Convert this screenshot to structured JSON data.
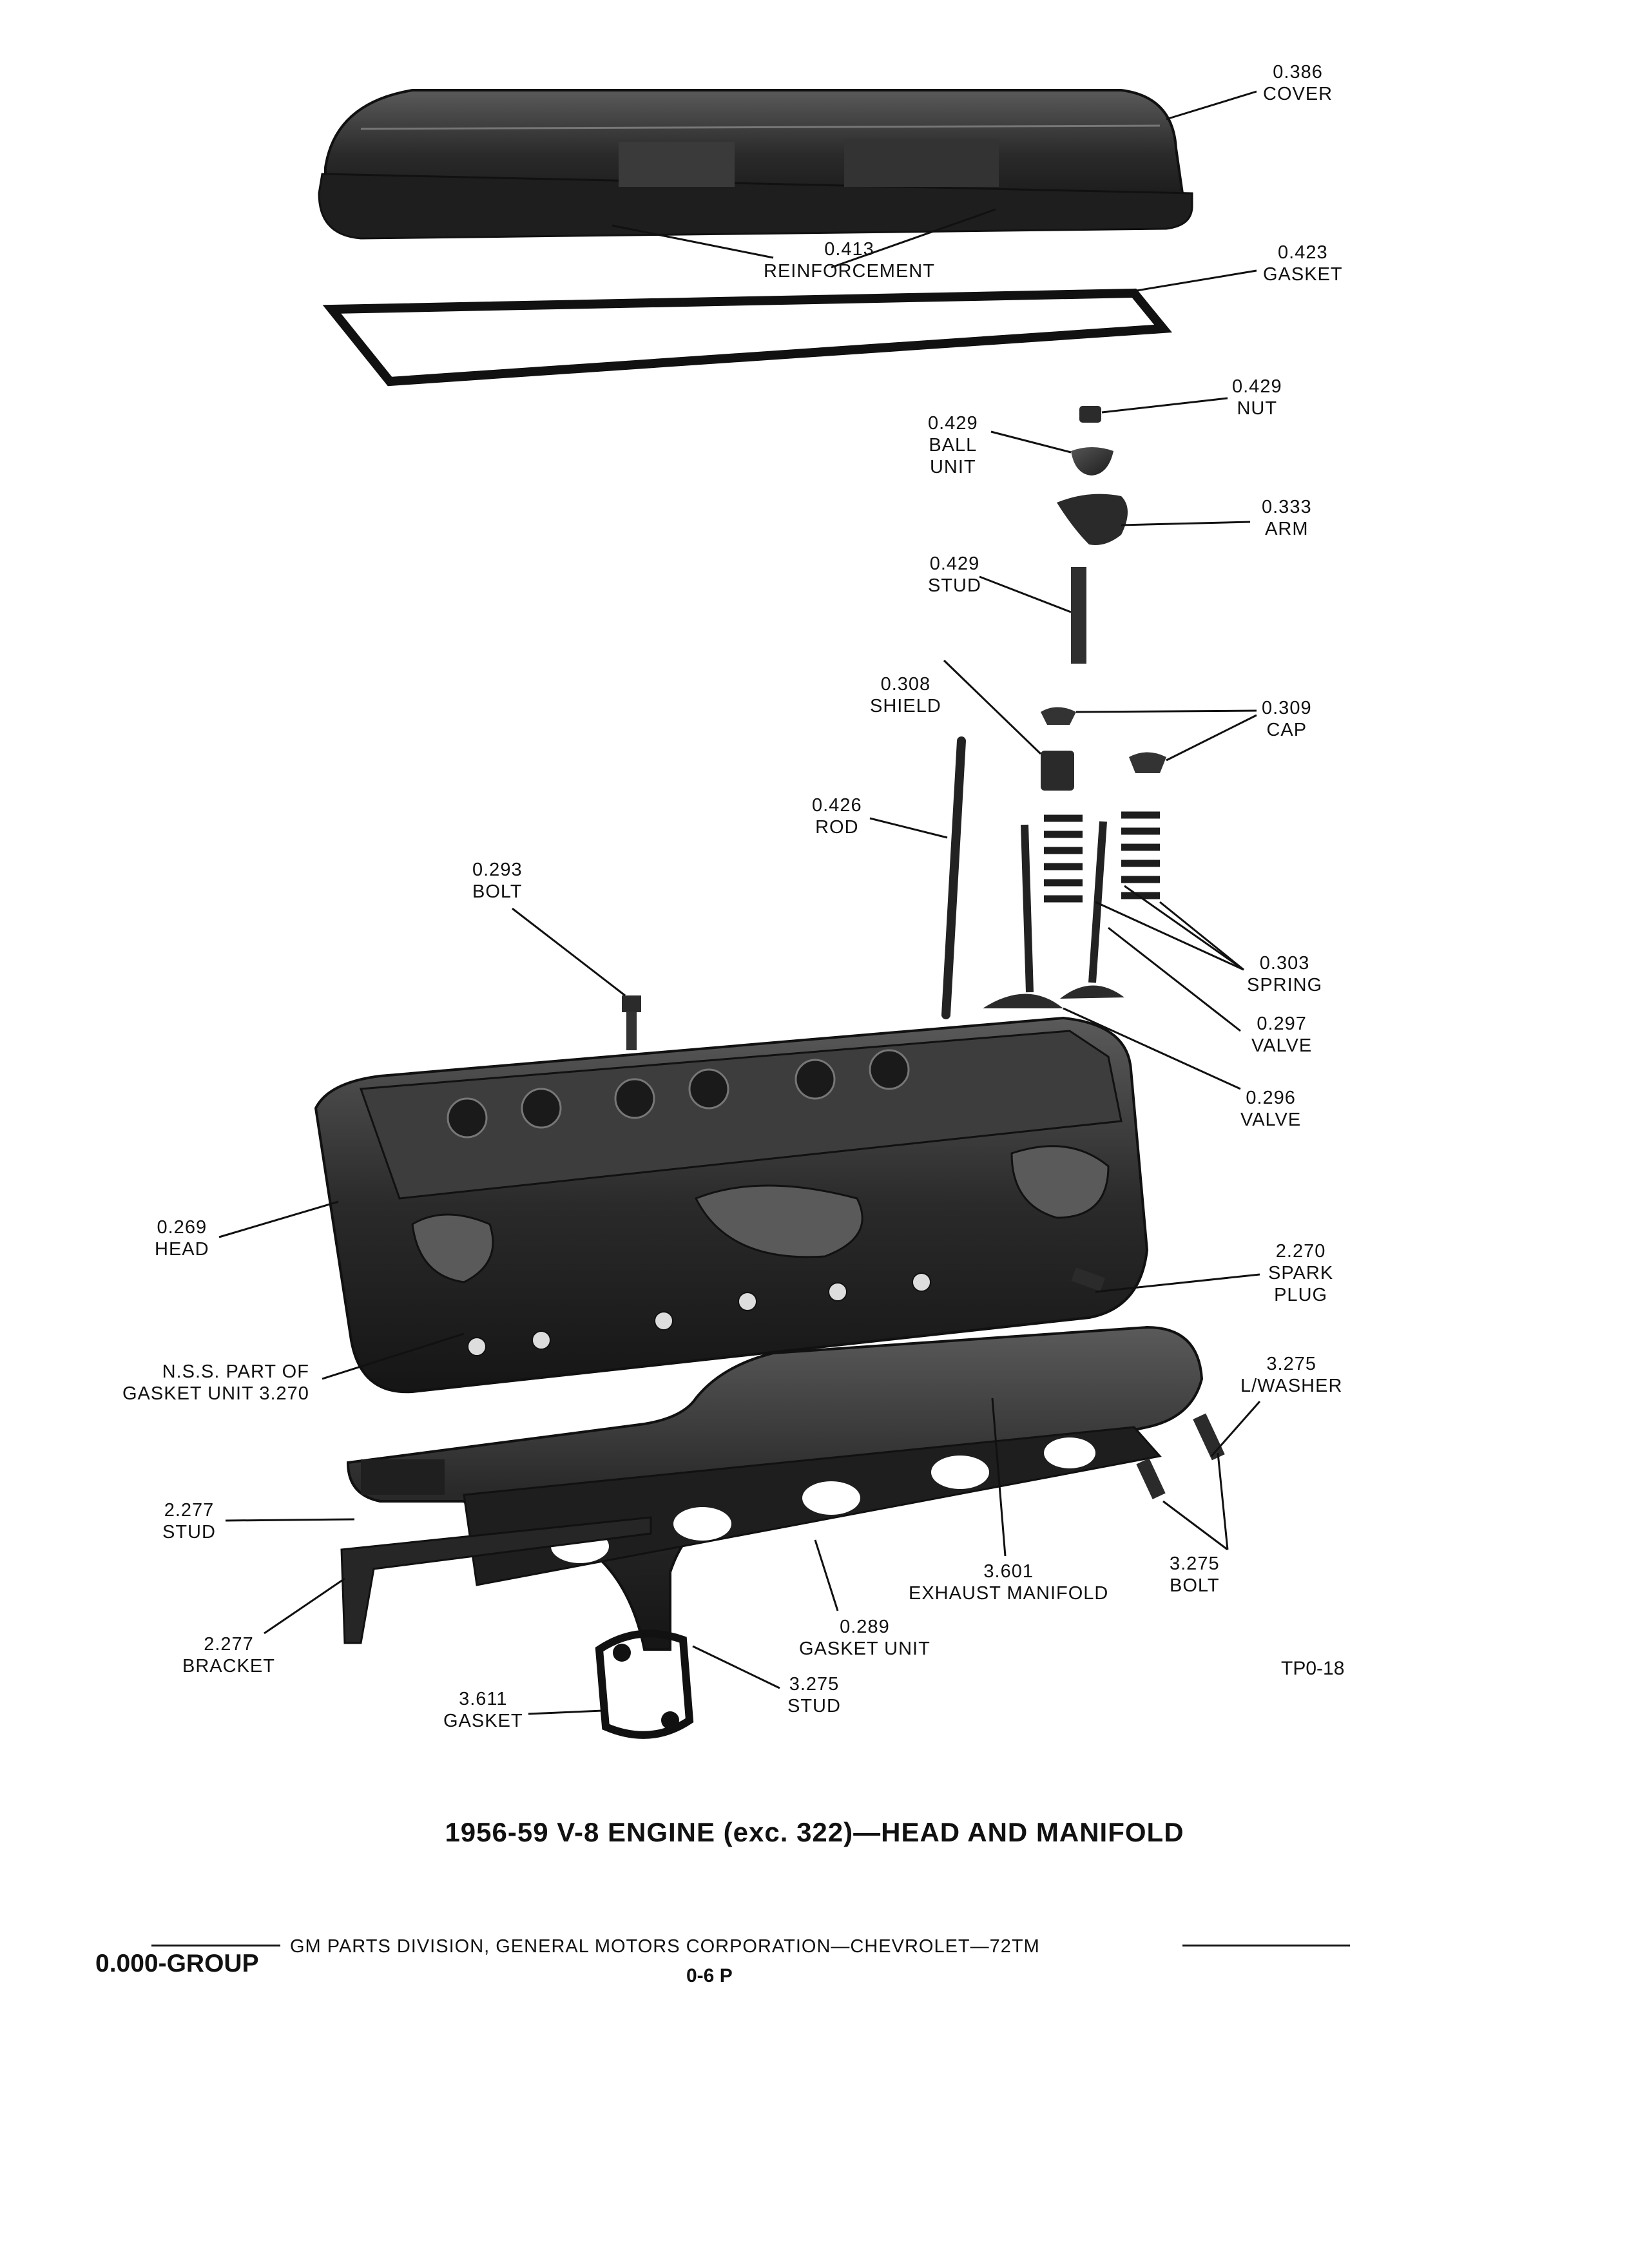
{
  "labels": {
    "cover": {
      "code": "0.386",
      "name": "COVER"
    },
    "reinforcement": {
      "code": "0.413",
      "name": "REINFORCEMENT"
    },
    "gasket_top": {
      "code": "0.423",
      "name": "GASKET"
    },
    "nut": {
      "code": "0.429",
      "name": "NUT"
    },
    "ball_unit": {
      "code": "0.429",
      "line1": "BALL",
      "line2": "UNIT"
    },
    "arm": {
      "code": "0.333",
      "name": "ARM"
    },
    "stud_rocker": {
      "code": "0.429",
      "name": "STUD"
    },
    "shield": {
      "code": "0.308",
      "name": "SHIELD"
    },
    "cap": {
      "code": "0.309",
      "name": "CAP"
    },
    "rod": {
      "code": "0.426",
      "name": "ROD"
    },
    "bolt_head": {
      "code": "0.293",
      "name": "BOLT"
    },
    "spring": {
      "code": "0.303",
      "name": "SPRING"
    },
    "valve_297": {
      "code": "0.297",
      "name": "VALVE"
    },
    "valve_296": {
      "code": "0.296",
      "name": "VALVE"
    },
    "head": {
      "code": "0.269",
      "name": "HEAD"
    },
    "spark_plug": {
      "code": "2.270",
      "line1": "SPARK",
      "line2": "PLUG"
    },
    "nss": {
      "line1": "N.S.S. PART OF",
      "line2": "GASKET UNIT 3.270"
    },
    "lwasher": {
      "code": "3.275",
      "name": "L/WASHER"
    },
    "stud_manifold": {
      "code": "2.277",
      "name": "STUD"
    },
    "exhaust_manifold": {
      "code": "3.601",
      "name": "EXHAUST MANIFOLD"
    },
    "bolt_manifold": {
      "code": "3.275",
      "name": "BOLT"
    },
    "bracket": {
      "code": "2.277",
      "name": "BRACKET"
    },
    "gasket_unit": {
      "code": "0.289",
      "name": "GASKET UNIT"
    },
    "gasket_flange": {
      "code": "3.611",
      "name": "GASKET"
    },
    "stud_flange": {
      "code": "3.275",
      "name": "STUD"
    }
  },
  "figure_id": "TP0-18",
  "title": "1956-59 V-8 ENGINE (exc. 322)—HEAD AND MANIFOLD",
  "footer": {
    "line": "GM PARTS DIVISION, GENERAL MOTORS CORPORATION—CHEVROLET—72TM",
    "group": "0.000-GROUP",
    "page": "0-6 P"
  },
  "colors": {
    "ink": "#111111",
    "part_dark": "#2b2b2b",
    "part_mid": "#4a4a4a",
    "paper": "#ffffff"
  }
}
